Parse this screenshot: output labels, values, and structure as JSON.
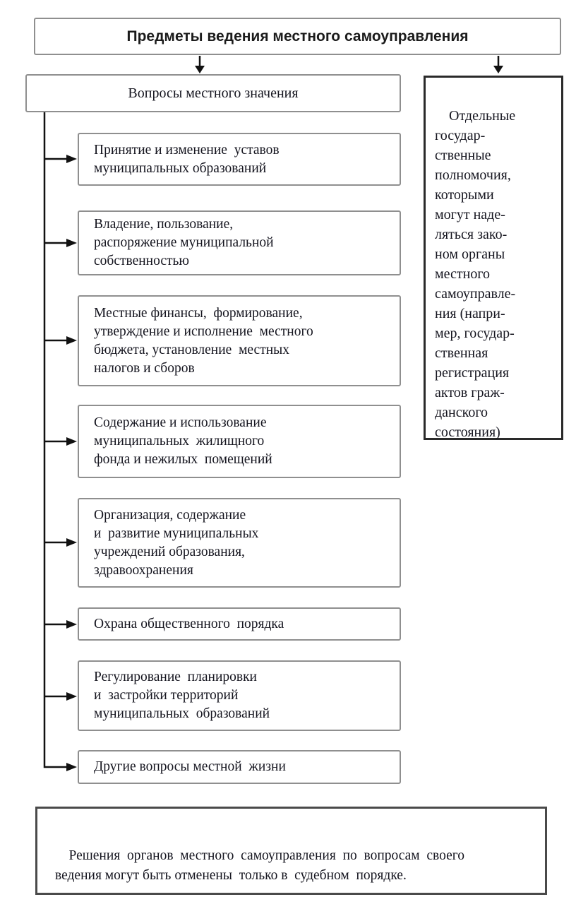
{
  "diagram": {
    "title": "Предметы ведения местного самоуправления",
    "left_header": "Вопросы местного значения",
    "right_box": "Отдельные\nгосудар-\nственные\nполномочия,\nкоторыми\nмогут наде-\nляться зако-\nном органы\nместного\nсамоуправле-\nния (напри-\nмер, государ-\nственная\nрегистрация\nактов граж-\nданского\nсостояния)",
    "items": [
      {
        "text": "Принятие и изменение  уставов\nмуниципальных образований"
      },
      {
        "text": "Владение, пользование,\nраспоряжение муниципальной\nсобственностью"
      },
      {
        "text": "Местные финансы,  формирование,\nутверждение и исполнение  местного\nбюджета, установление  местных\nналогов и сборов"
      },
      {
        "text": "Содержание и использование\nмуниципальных  жилищного\nфонда и нежилых  помещений"
      },
      {
        "text": "Организация, содержание\nи  развитие муниципальных\nучреждений образования,\nздравоохранения"
      },
      {
        "text": "Охрана общественного  порядка"
      },
      {
        "text": "Регулирование  планировки\nи  застройки территорий\nмуниципальных  образований"
      },
      {
        "text": "Другие вопросы местной  жизни"
      }
    ],
    "footer": "Решения  органов  местного  самоуправления  по  вопросам  своего\nведения могут быть отменены  только в  судебном  порядке."
  },
  "colors": {
    "background": "#ffffff",
    "text": "#15151f",
    "title_text": "#1b1b1b",
    "thin_border": "#8f8f8f",
    "thick_border": "#2a2a2a",
    "footer_border": "#4a4a4a",
    "connector": "#111111"
  }
}
